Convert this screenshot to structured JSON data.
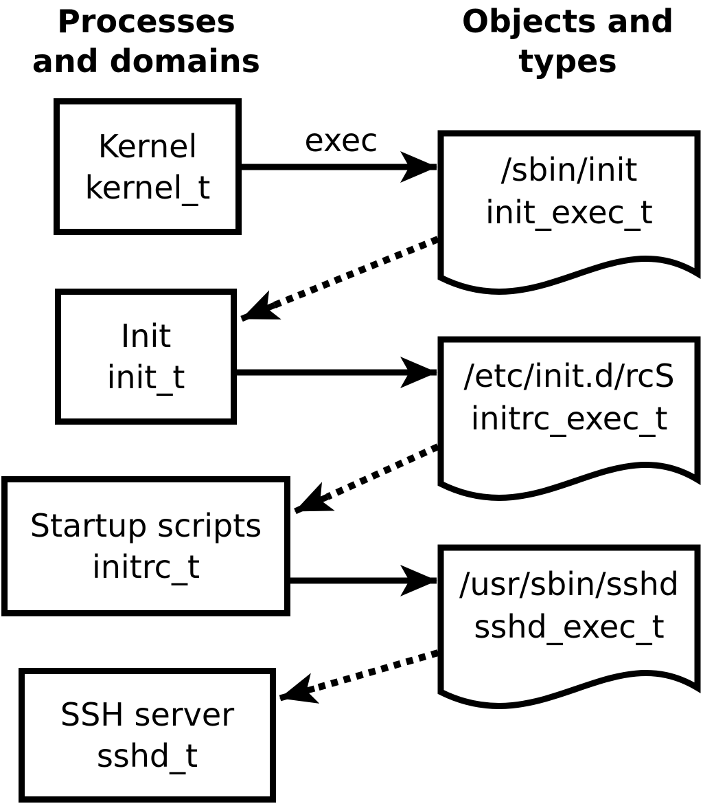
{
  "headers": {
    "left": {
      "line1": "Processes",
      "line2": "and domains"
    },
    "right": {
      "line1": "Objects and",
      "line2": "types"
    }
  },
  "processes": [
    {
      "name": "Kernel",
      "domain": "kernel_t"
    },
    {
      "name": "Init",
      "domain": "init_t"
    },
    {
      "name": "Startup scripts",
      "domain": "initrc_t"
    },
    {
      "name": "SSH server",
      "domain": "sshd_t"
    }
  ],
  "objects": [
    {
      "path": "/sbin/init",
      "type": "init_exec_t"
    },
    {
      "path": "/etc/init.d/rcS",
      "type": "initrc_exec_t"
    },
    {
      "path": "/usr/sbin/sshd",
      "type": "sshd_exec_t"
    }
  ],
  "labels": {
    "exec": "exec"
  },
  "edges": {
    "solid": [
      {
        "from": "kernel_t",
        "to": "init_exec_t",
        "label": "exec"
      },
      {
        "from": "init_t",
        "to": "initrc_exec_t",
        "label": ""
      },
      {
        "from": "initrc_t",
        "to": "sshd_exec_t",
        "label": ""
      }
    ],
    "dotted": [
      {
        "from": "init_exec_t",
        "to": "init_t"
      },
      {
        "from": "initrc_exec_t",
        "to": "initrc_t"
      },
      {
        "from": "sshd_exec_t",
        "to": "sshd_t"
      }
    ]
  },
  "colors": {
    "ink": "#000000",
    "background": "#ffffff"
  }
}
